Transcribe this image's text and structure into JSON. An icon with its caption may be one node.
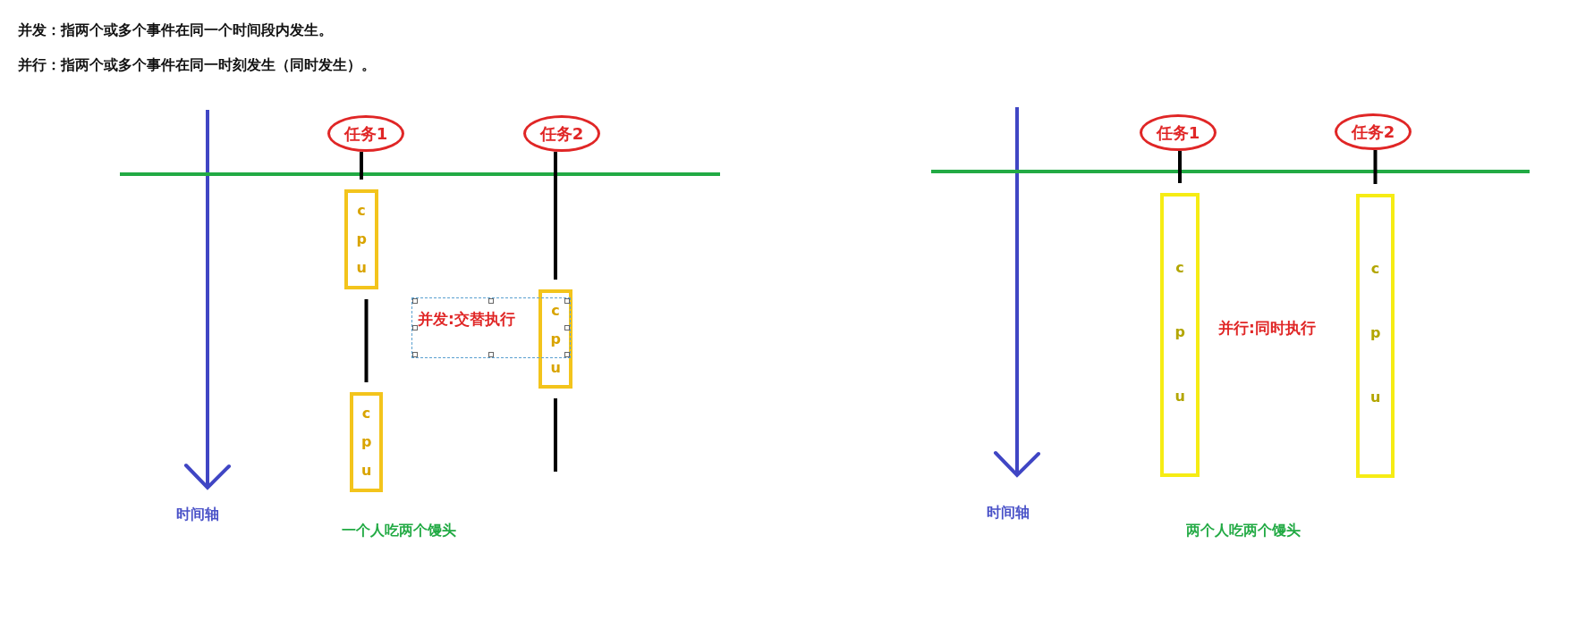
{
  "diagram": {
    "nodes": [
      {
        "text": [
          "任务1"
        ]
      },
      {
        "text": [
          "任务2"
        ]
      },
      {
        "text": [
          "c p u"
        ]
      },
      {
        "text": [
          "c p u"
        ]
      },
      {
        "text": [
          "并发:交替执行"
        ]
      },
      {
        "text": [
          "c p u"
        ]
      },
      {
        "text": [
          "任务1"
        ]
      },
      {
        "text": [
          "任务2"
        ]
      },
      {
        "text": [
          "c p u"
        ]
      },
      {
        "text": [
          "c p u"
        ]
      }
    ],
    "edges": [
      {
        "from": 0,
        "to": 2,
        "arrow": "none"
      },
      {
        "from": 2,
        "to": 5,
        "arrow": "none"
      },
      {
        "from": 1,
        "to": 3,
        "arrow": "none"
      },
      {
        "from": 3,
        "to": null,
        "arrow": "none"
      },
      {
        "from": 6,
        "to": 8,
        "arrow": "none"
      },
      {
        "from": 7,
        "to": 9,
        "arrow": "none"
      }
    ],
    "labels": [
      "并发：指两个或多个事件在同一个时间段内发生。",
      "并行：指两个或多个事件在同一时刻发生（同时发生）。",
      "时间轴",
      "一个人吃两个馒头",
      "并行:同时执行",
      "时间轴",
      "两个人吃两个馒头"
    ]
  }
}
